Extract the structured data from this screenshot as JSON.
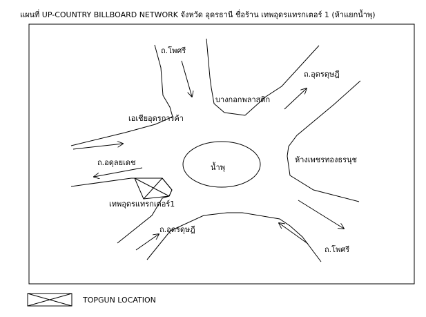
{
  "title": "แผนที่ UP-COUNTRY BILLBOARD NETWORK จังหวัด อุดรธานี ชื่อร้าน เทพอุดรแทรกเตอร์ 1 (ห้าแยกน้ำพุ)",
  "labels": {
    "road_phosri_top": "ถ.โพศรี",
    "road_udondutsadi_top": "ถ.อุดรดุษฎี",
    "bangkok_plastic": "บางกอกพลาสติก",
    "asia_udon_trade": "เอเชียอุดรการค้า",
    "road_athibodi": "ถ.อดุลยเดช",
    "fountain": "น้ำพุ",
    "gold_shop": "ห้างเพชรทองธรนุช",
    "thep_udon_tractor": "เทพอุดรแทรกเตอร์1",
    "road_udondutsadi_bottom": "ถ.อุดรดุษฎี",
    "road_phosri_bottom": "ถ.โพศรี"
  },
  "legend": {
    "label": "TOPGUN LOCATION",
    "icon": "crossed-box-icon"
  }
}
